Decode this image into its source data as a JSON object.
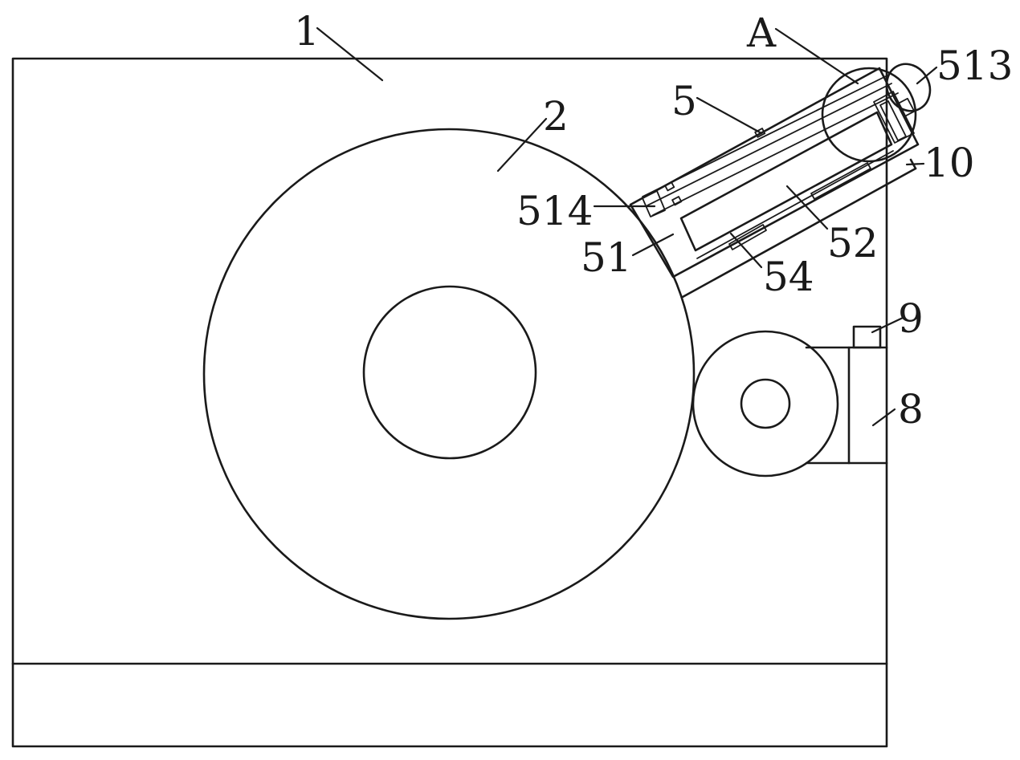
{
  "labels": {
    "l1": "1",
    "l2": "2",
    "l5": "5",
    "lA": "A",
    "l513": "513",
    "l10": "10",
    "l514": "514",
    "l51": "51",
    "l52": "52",
    "l54": "54",
    "l9": "9",
    "l8": "8"
  },
  "colors": {
    "line": "#1a1a1a",
    "background": "#ffffff"
  }
}
